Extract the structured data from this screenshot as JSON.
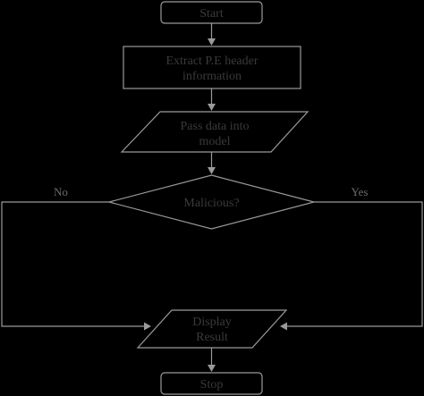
{
  "diagram": {
    "nodes": {
      "start": {
        "label": "Start"
      },
      "extract": {
        "line1": "Extract P.E header",
        "line2": "information"
      },
      "pass": {
        "line1": "Pass data into",
        "line2": "model"
      },
      "decision": {
        "label": "Malicious?"
      },
      "display": {
        "line1": "Display",
        "line2": "Result"
      },
      "stop": {
        "label": "Stop"
      }
    },
    "branches": {
      "no": "No",
      "yes": "Yes"
    }
  },
  "colors": {
    "background": "#000000",
    "stroke": "#9a9a9a",
    "text": "#3a3a3a",
    "branch_text": "#6a6a6a"
  }
}
